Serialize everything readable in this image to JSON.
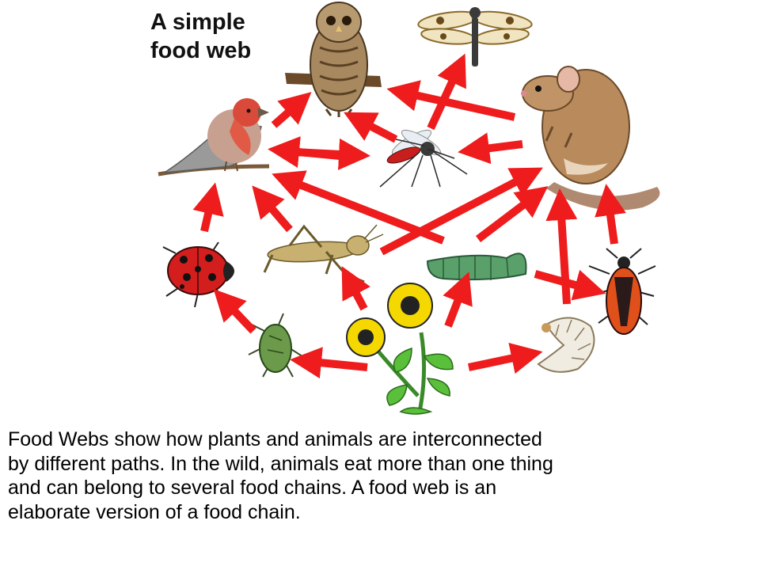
{
  "diagram": {
    "title": "A simple\nfood web",
    "arrow_color": "#ee1c1c",
    "organisms": [
      {
        "id": "owl",
        "icon": "owl-icon"
      },
      {
        "id": "dragonfly",
        "icon": "dragonfly-icon"
      },
      {
        "id": "mouse",
        "icon": "mouse-icon"
      },
      {
        "id": "finch",
        "icon": "finch-icon"
      },
      {
        "id": "mosquito",
        "icon": "mosquito-icon"
      },
      {
        "id": "ladybug",
        "icon": "ladybug-icon"
      },
      {
        "id": "grasshopper",
        "icon": "grasshopper-icon"
      },
      {
        "id": "caterpillar",
        "icon": "caterpillar-icon"
      },
      {
        "id": "assassin-bug",
        "icon": "assassin-bug-icon"
      },
      {
        "id": "aphid",
        "icon": "aphid-icon"
      },
      {
        "id": "sunflower",
        "icon": "sunflower-icon"
      },
      {
        "id": "grub",
        "icon": "grub-icon"
      }
    ]
  },
  "caption": {
    "lines": [
      "Food Webs show how plants and animals are interconnected",
      "by different paths.  In the wild, animals eat more than one thing",
      "and can belong to several food chains.  A food web is an",
      "elaborate version of a food chain."
    ]
  }
}
